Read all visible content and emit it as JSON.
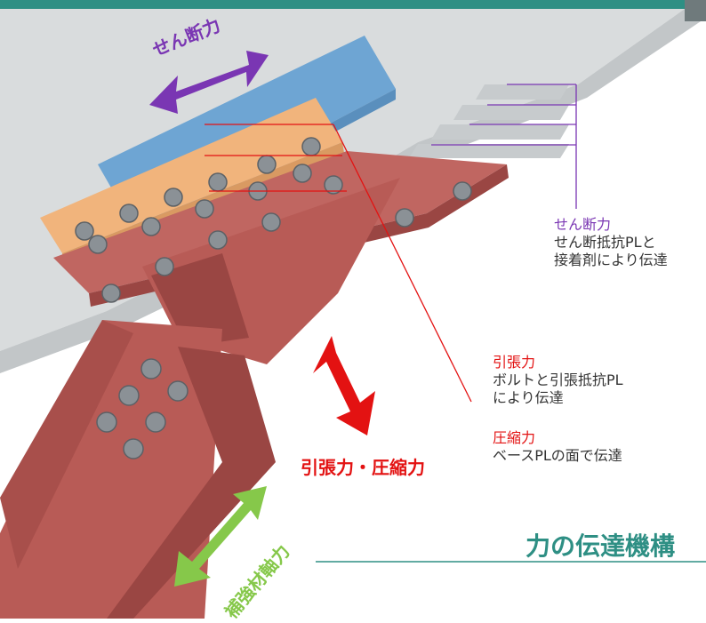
{
  "colors": {
    "teal": "#2e8f84",
    "purple": "#7a36b3",
    "red": "#e31212",
    "green": "#86c84a",
    "steel": "#b85b56",
    "steel_dark": "#9a4643",
    "blue_plate": "#6ea5d3",
    "orange_plate": "#f1b47c",
    "concrete": "#d9dcdd",
    "bolt": "#8b9196"
  },
  "labels": {
    "shear_arrow": "せん断力",
    "tension_compression": "引張力・圧縮力",
    "brace_axial": "補強材軸力",
    "title": "力の伝達機構"
  },
  "notes": {
    "shear": {
      "heading": "せん断力",
      "lines": [
        "せん断抵抗PLと",
        "接着剤により伝達"
      ]
    },
    "tension": {
      "heading": "引張力",
      "lines": [
        "ボルトと引張抵抗PL",
        "により伝達"
      ]
    },
    "compression": {
      "heading": "圧縮力",
      "lines": [
        "ベースPLの面で伝達"
      ]
    }
  }
}
